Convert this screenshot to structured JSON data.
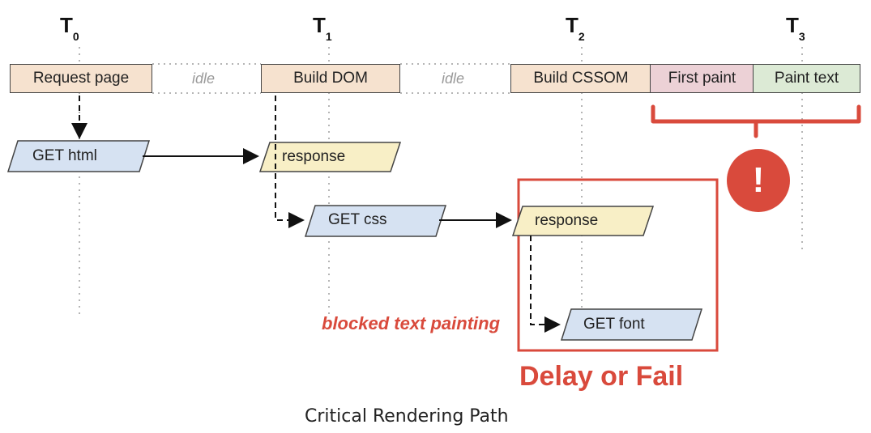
{
  "timeline": {
    "ticks": [
      {
        "main": "T",
        "sub": "0"
      },
      {
        "main": "T",
        "sub": "1"
      },
      {
        "main": "T",
        "sub": "2"
      },
      {
        "main": "T",
        "sub": "3"
      }
    ]
  },
  "phases": {
    "request_page": "Request page",
    "idle_1": "idle",
    "build_dom": "Build DOM",
    "idle_2": "idle",
    "build_cssom": "Build CSSOM",
    "first_paint": "First paint",
    "paint_text": "Paint text"
  },
  "requests": {
    "get_html": "GET html",
    "response_1": "response",
    "get_css": "GET css",
    "response_2": "response",
    "get_font": "GET font"
  },
  "annotations": {
    "blocked": "blocked text painting",
    "delay": "Delay or Fail",
    "alert_symbol": "!"
  },
  "caption": "Critical Rendering Path",
  "colors": {
    "orange_fill": "#f6e2cf",
    "pink_fill": "#ecd1d6",
    "green_fill": "#dcead5",
    "blue_fill": "#d6e2f2",
    "yellow_fill": "#f8efc6",
    "accent_red": "#d94a3c"
  }
}
